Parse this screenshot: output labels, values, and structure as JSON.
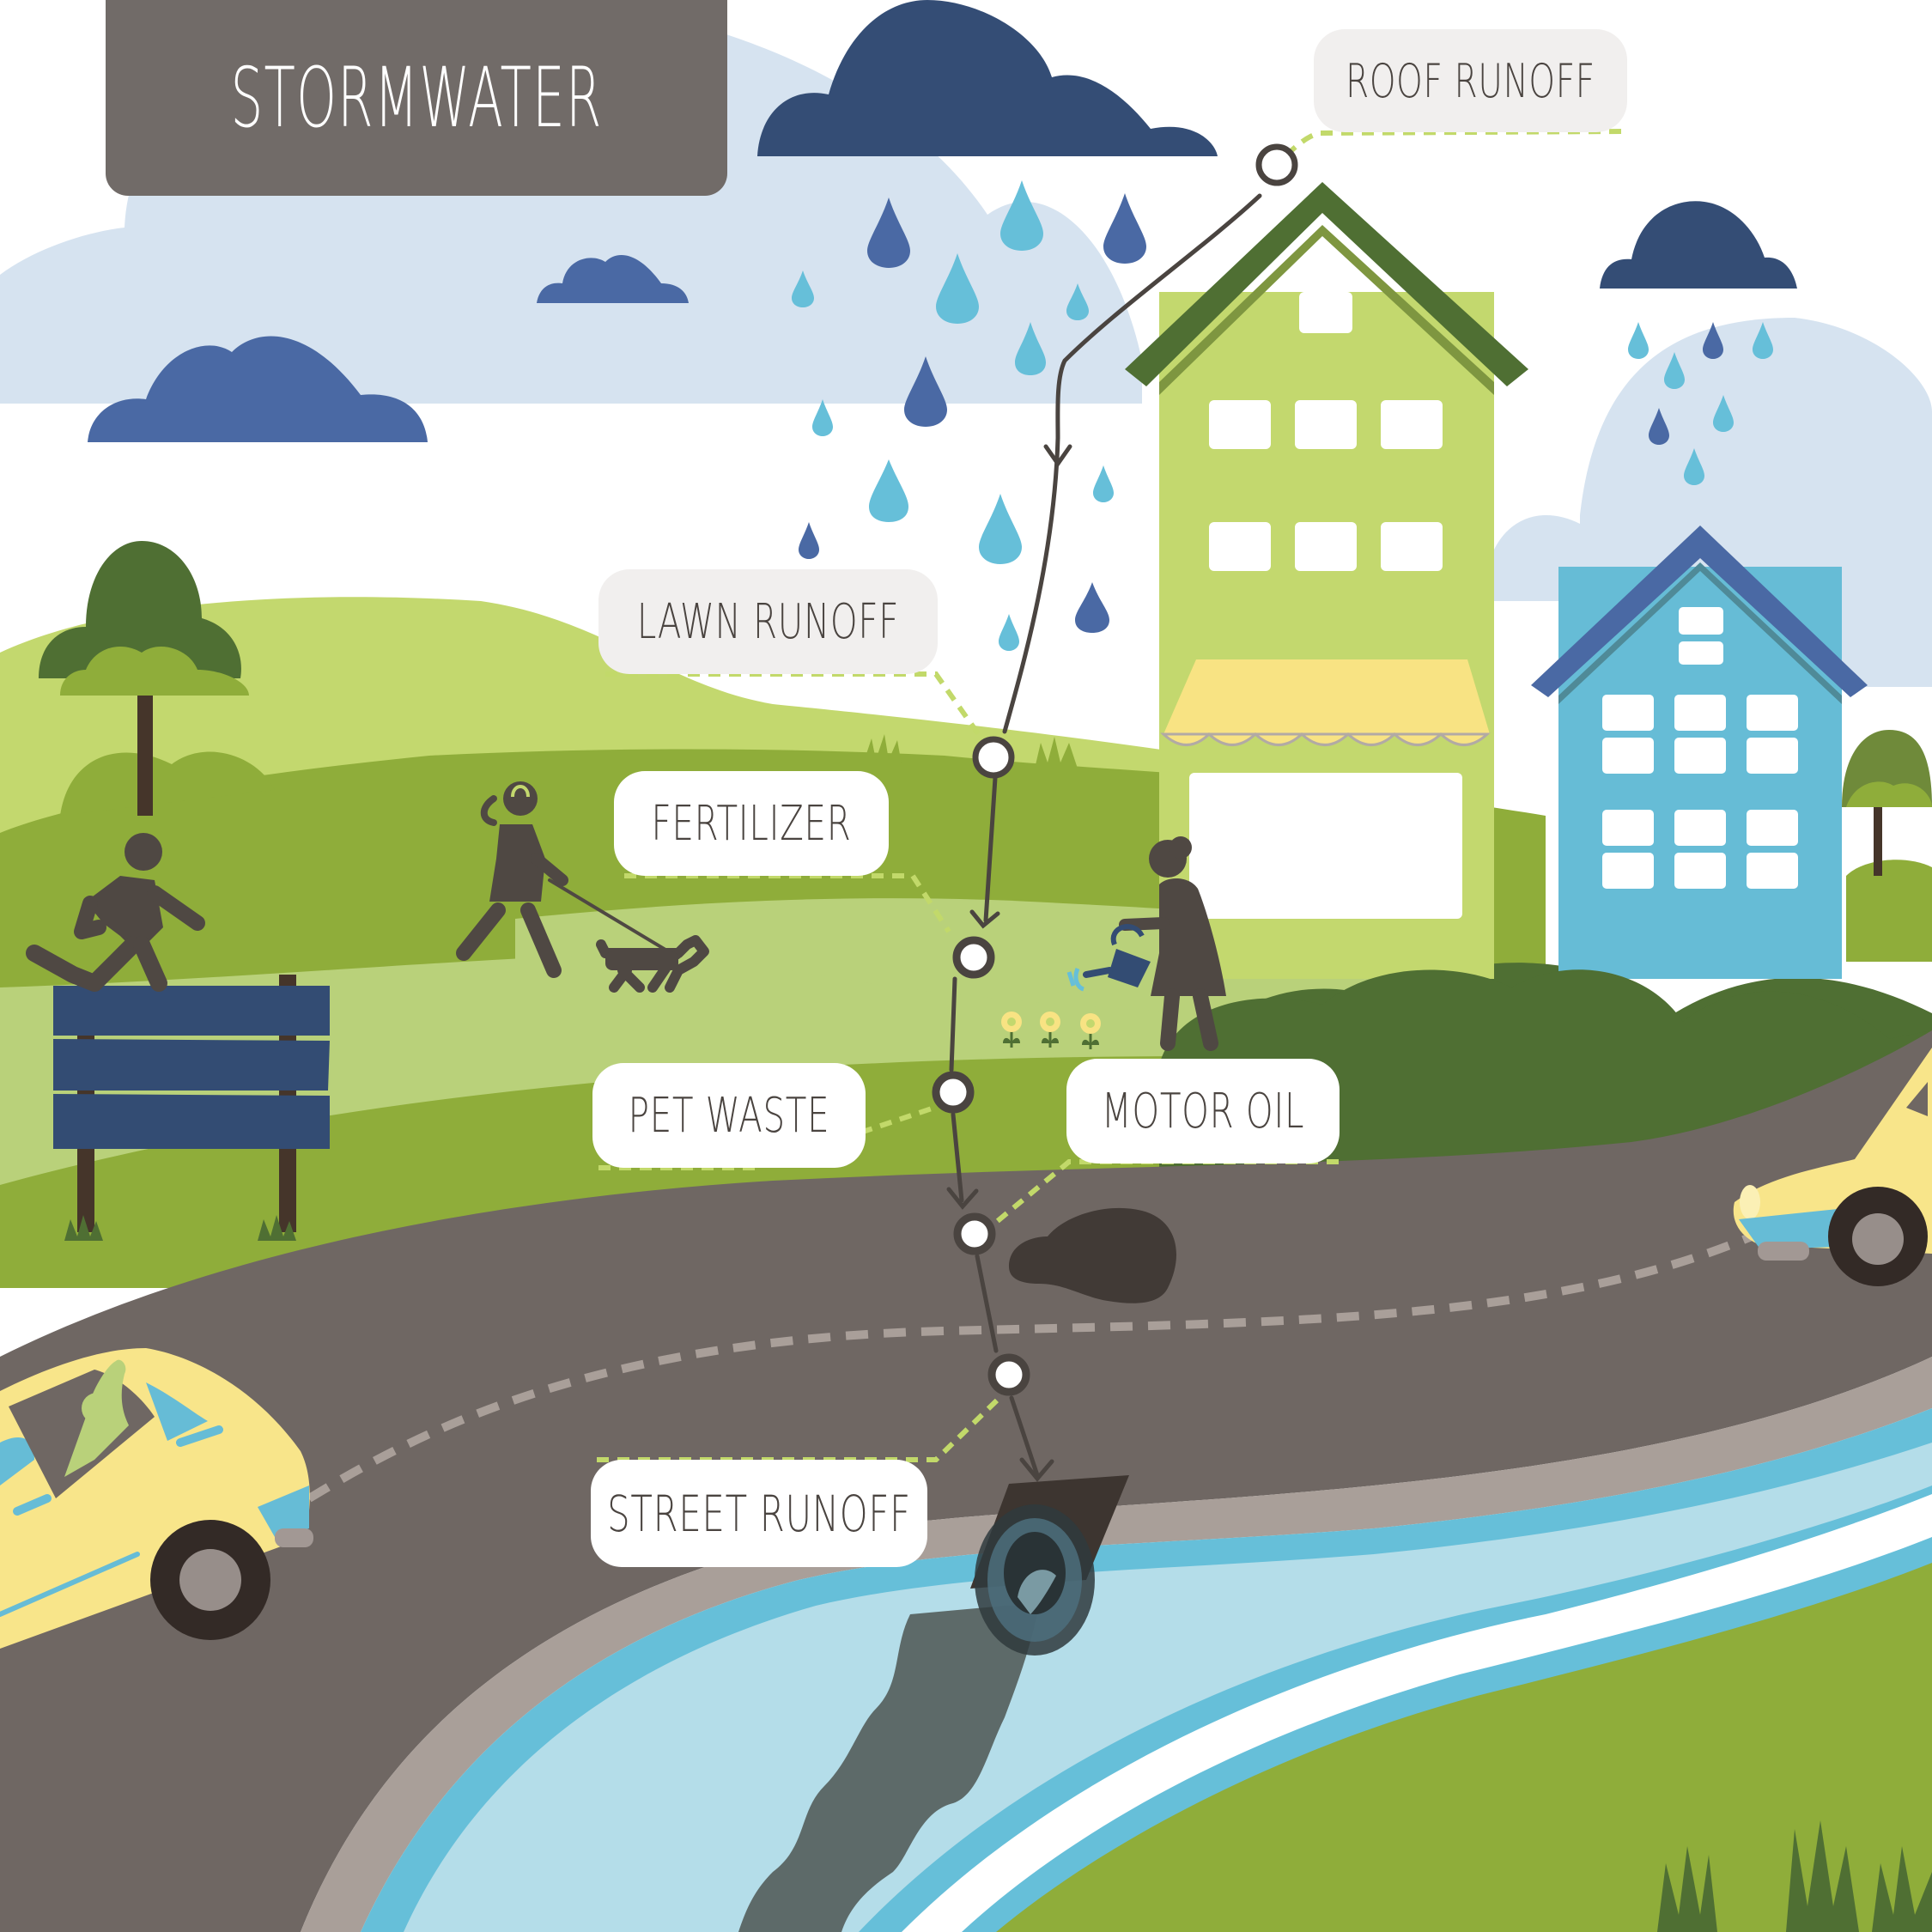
{
  "title": "STORMWATER",
  "labels": {
    "roof_runoff": "ROOF RUNOFF",
    "lawn_runoff": "LAWN RUNOFF",
    "fertilizer": "FERTILIZER",
    "pet_waste": "PET WASTE",
    "motor_oil": "MOTOR OIL",
    "street_runoff": "STREET RUNOFF"
  },
  "flow_sequence": [
    "ROOF RUNOFF",
    "LAWN RUNOFF",
    "FERTILIZER",
    "PET WASTE",
    "MOTOR OIL",
    "STREET RUNOFF"
  ],
  "icons": {
    "clouds": [
      "cloud-icon",
      "cloud-icon",
      "cloud-icon",
      "cloud-icon"
    ],
    "raindrops": "raindrop-icon",
    "buildings": [
      "green-shop-building",
      "blue-apartment-building"
    ],
    "people": [
      "runner-figure",
      "woman-walking-dog-figure",
      "woman-watering-plants-figure",
      "car-driver-waving-figure"
    ],
    "vehicles": [
      "yellow-car-left",
      "yellow-car-right"
    ],
    "other": [
      "blank-signboard",
      "oil-spill",
      "storm-drain-pipe",
      "polluted-outflow",
      "trees",
      "flowers",
      "watering-can"
    ]
  },
  "colors": {
    "title_bg": "#716b68",
    "label_grey_bg": "#f1efee",
    "label_white_bg": "#ffffff",
    "label_text": "#4a4440",
    "connector_dash": "#c2d96a",
    "flow_line": "#4a4440",
    "sky_light": "#d6e3f0",
    "cloud_dark": "#344d75",
    "cloud_mid": "#4a69a4",
    "drop_light": "#66bfd9",
    "drop_dark": "#4a69a4",
    "grass_light": "#c3d86e",
    "grass_mid": "#8fad3a",
    "grass_dark": "#4f6f33",
    "road": "#6f6763",
    "road_edge": "#a99f99",
    "river_edge": "#66bfd9",
    "river": "#b4dde9",
    "pollution": "#5d6a69",
    "house_green": "#c3d86e",
    "roof_green": "#4f6f33",
    "house_blue": "#66bcd6",
    "roof_blue": "#4a69a4",
    "awning": "#f8e383",
    "car_yellow": "#f8e58a",
    "silhouette": "#4f4843",
    "sign_blue": "#334c73"
  }
}
